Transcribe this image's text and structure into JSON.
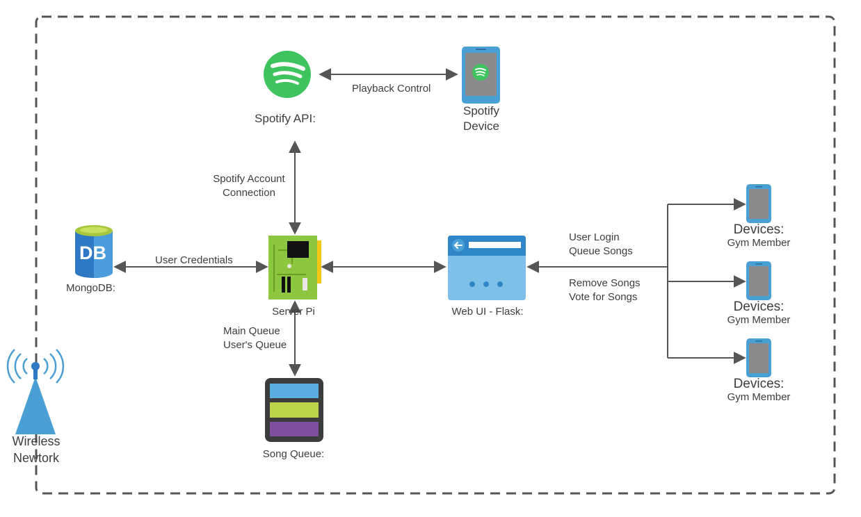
{
  "nodes": {
    "spotify_api": {
      "label": "Spotify API:"
    },
    "spotify_device": {
      "label_line1": "Spotify",
      "label_line2": "Device"
    },
    "mongodb": {
      "label": "MongoDB:",
      "badge": "DB"
    },
    "server_pi": {
      "label": "Server Pi"
    },
    "web_ui": {
      "label": "Web UI - Flask:"
    },
    "song_queue": {
      "label": "Song Queue:"
    },
    "wireless": {
      "label_line1": "Wireless",
      "label_line2": "Newtork"
    },
    "devices": [
      {
        "title": "Devices:",
        "subtitle": "Gym Member"
      },
      {
        "title": "Devices:",
        "subtitle": "Gym Member"
      },
      {
        "title": "Devices:",
        "subtitle": "Gym Member"
      }
    ]
  },
  "edges": {
    "playback": "Playback Control",
    "account_line1": "Spotify Account",
    "account_line2": "Connection",
    "credentials": "User Credentials",
    "queue_line1": "Main Queue",
    "queue_line2": "User's Queue",
    "web_top_line1": "User Login",
    "web_top_line2": "Queue Songs",
    "web_bottom_line1": "Remove Songs",
    "web_bottom_line2": "Vote for Songs"
  },
  "colors": {
    "spotify_green": "#3ec35f",
    "device_blue": "#4a9fd5",
    "db_blue": "#2f78c4",
    "db_green": "#a6c83a",
    "pi_green": "#8dc63f",
    "pi_yellow": "#f3c613",
    "web_blue": "#4aa1d8",
    "queue_dark": "#3c3c3c",
    "queue_blue": "#5aaee0",
    "queue_lime": "#bcd44a",
    "queue_purple": "#7d4f9c",
    "tower_blue": "#4a9fd5",
    "line": "#555555",
    "border": "#555555"
  }
}
